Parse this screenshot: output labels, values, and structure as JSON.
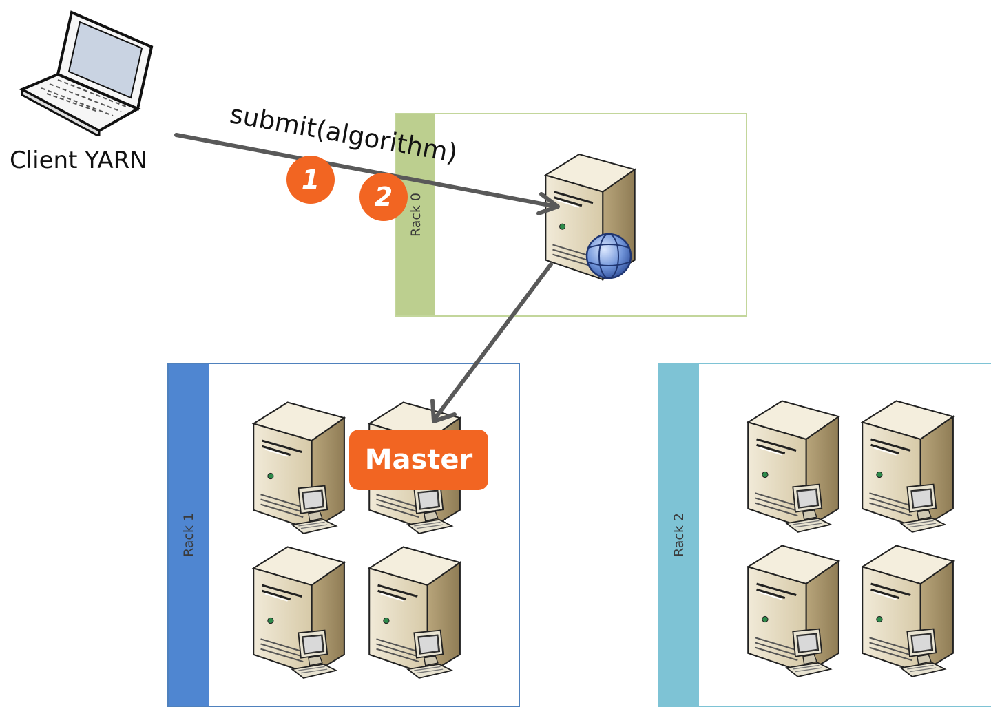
{
  "client": {
    "label": "Client YARN",
    "icon": "laptop-icon"
  },
  "arrow_label": "submit(algorithm)",
  "steps": [
    "1",
    "2"
  ],
  "racks": [
    {
      "id": "rack0",
      "label": "Rack 0",
      "color": "#bccf8f",
      "icon": "server-globe-icon",
      "server_count": 1
    },
    {
      "id": "rack1",
      "label": "Rack 1",
      "color": "#4f86d1",
      "icon": "server-workstation-icon",
      "server_count": 4
    },
    {
      "id": "rack2",
      "label": "Rack 2",
      "color": "#7ec3d5",
      "icon": "server-workstation-icon",
      "server_count": 4
    }
  ],
  "master_label": "Master",
  "colors": {
    "accent": "#f26522",
    "arrow": "#595959",
    "server_body": "#e6dcc2"
  }
}
